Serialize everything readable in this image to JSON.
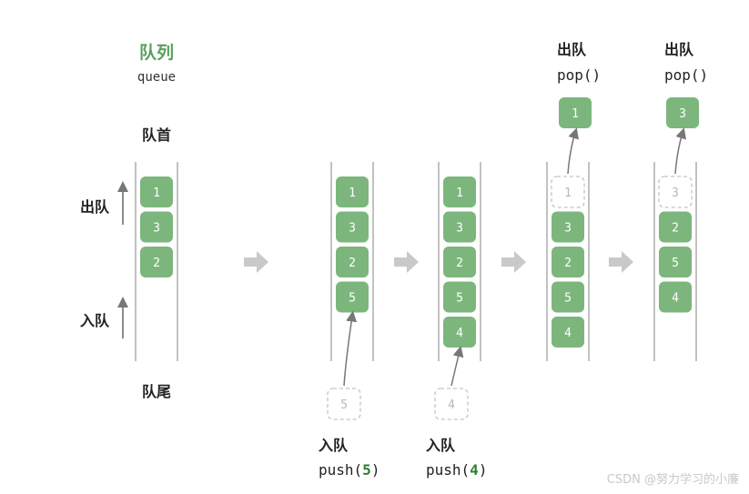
{
  "title": "队列",
  "subtitle": "queue",
  "labels": {
    "head": "队首",
    "tail": "队尾",
    "dequeue": "出队",
    "enqueue": "入队"
  },
  "stages": [
    {
      "cells": [
        "1",
        "3",
        "2"
      ]
    },
    {
      "cells": [
        "1",
        "3",
        "2",
        "5"
      ],
      "ghost_in": "5",
      "op_label": "入队",
      "op_code_prefix": "push(",
      "op_code_arg": "5",
      "op_code_suffix": ")"
    },
    {
      "cells": [
        "1",
        "3",
        "2",
        "5",
        "4"
      ],
      "ghost_in": "4",
      "op_label": "入队",
      "op_code_prefix": "push(",
      "op_code_arg": "4",
      "op_code_suffix": ")"
    },
    {
      "ghost_slot": "1",
      "cells": [
        "3",
        "2",
        "5",
        "4"
      ],
      "popped": "1",
      "op_label": "出队",
      "op_code": "pop()"
    },
    {
      "ghost_slot": "3",
      "cells": [
        "2",
        "5",
        "4"
      ],
      "popped": "3",
      "op_label": "出队",
      "op_code": "pop()"
    }
  ],
  "watermark": "CSDN @努力学习的小廉",
  "colors": {
    "cell_fill": "#7cb67c",
    "title": "#5aa05c",
    "arrow": "#c9c9c9",
    "rail": "#999999",
    "ghost_border": "#c4c4c4"
  }
}
